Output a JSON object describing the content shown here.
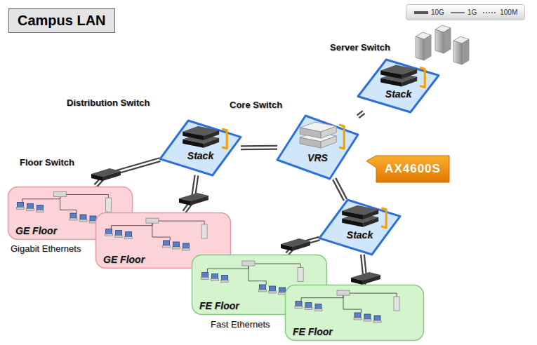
{
  "diagram": {
    "title": "Campus LAN",
    "nodes": [
      {
        "text": [
          "Server Switch",
          "Stack"
        ]
      },
      {
        "text": [
          "Core Switch",
          "VRS"
        ]
      },
      {
        "text": [
          "AX4600S"
        ]
      },
      {
        "text": [
          "Distribution Switch",
          "Stack"
        ]
      },
      {
        "text": [
          "Stack"
        ]
      },
      {
        "text": [
          "GE Floor"
        ]
      },
      {
        "text": [
          "GE Floor"
        ]
      },
      {
        "text": [
          "FE Floor"
        ]
      },
      {
        "text": [
          "FE Floor"
        ]
      }
    ],
    "edges": [
      {
        "from": 1,
        "to": 0,
        "arrow": "none"
      },
      {
        "from": 3,
        "to": 1,
        "arrow": "none"
      },
      {
        "from": 1,
        "to": 4,
        "arrow": "none"
      },
      {
        "from": 3,
        "to": 5,
        "arrow": "none"
      },
      {
        "from": 3,
        "to": 6,
        "arrow": "none"
      },
      {
        "from": 4,
        "to": 7,
        "arrow": "none"
      },
      {
        "from": 4,
        "to": 8,
        "arrow": "none"
      }
    ],
    "labels": [
      "Floor Switch",
      "Gigabit Ethernets",
      "Fast Ethernets"
    ],
    "legend": [
      {
        "text": "10G"
      },
      {
        "text": "1G"
      },
      {
        "text": "100M"
      }
    ]
  }
}
